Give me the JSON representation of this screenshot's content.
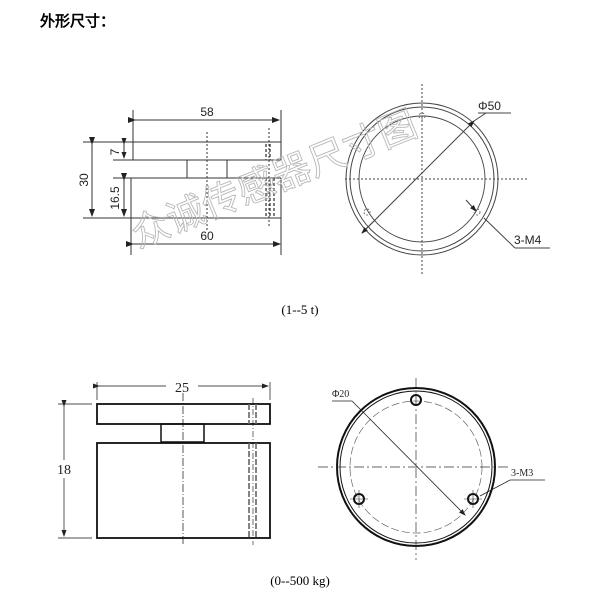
{
  "heading": "外形尺寸：",
  "watermark": "众诚传感器尺寸图",
  "drawings": [
    {
      "id": "large",
      "caption": "(1--5 t)",
      "side_view": {
        "top_width": "58",
        "bottom_width": "60",
        "total_height": "30",
        "top_plate_thickness": "7",
        "body_height": "16.5"
      },
      "top_view": {
        "diameter": "Φ50",
        "holes": "3-M4"
      }
    },
    {
      "id": "small",
      "caption": "(0--500 kg)",
      "side_view": {
        "width": "25",
        "total_height": "18"
      },
      "top_view": {
        "diameter": "Φ20",
        "holes": "3-M3"
      }
    }
  ]
}
